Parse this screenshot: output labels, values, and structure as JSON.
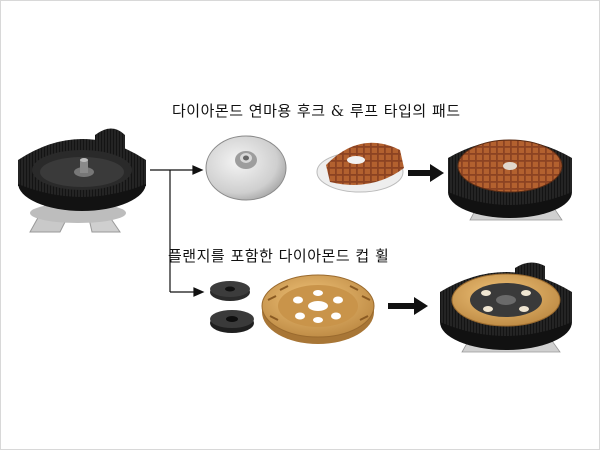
{
  "captions": {
    "top": "다이아몬드 연마용 후크 & 루프 타입의 패드",
    "bottom": "플랜지를 포함한 다이아몬드 컵 휠"
  },
  "colors": {
    "brush": "#1a1a1a",
    "pad": "#9a4e2a",
    "cup_wheel": "#d9a65a",
    "flange": "#2b2b2b",
    "arrow": "#111111"
  },
  "icons": {
    "machine": "polisher-head-with-brush-skirt",
    "backer": "aluminium-backer-plate",
    "pad": "diamond-hook-loop-pad",
    "flange": "flange-nut",
    "cup_wheel": "diamond-cup-wheel",
    "arrow": "right-arrow"
  }
}
